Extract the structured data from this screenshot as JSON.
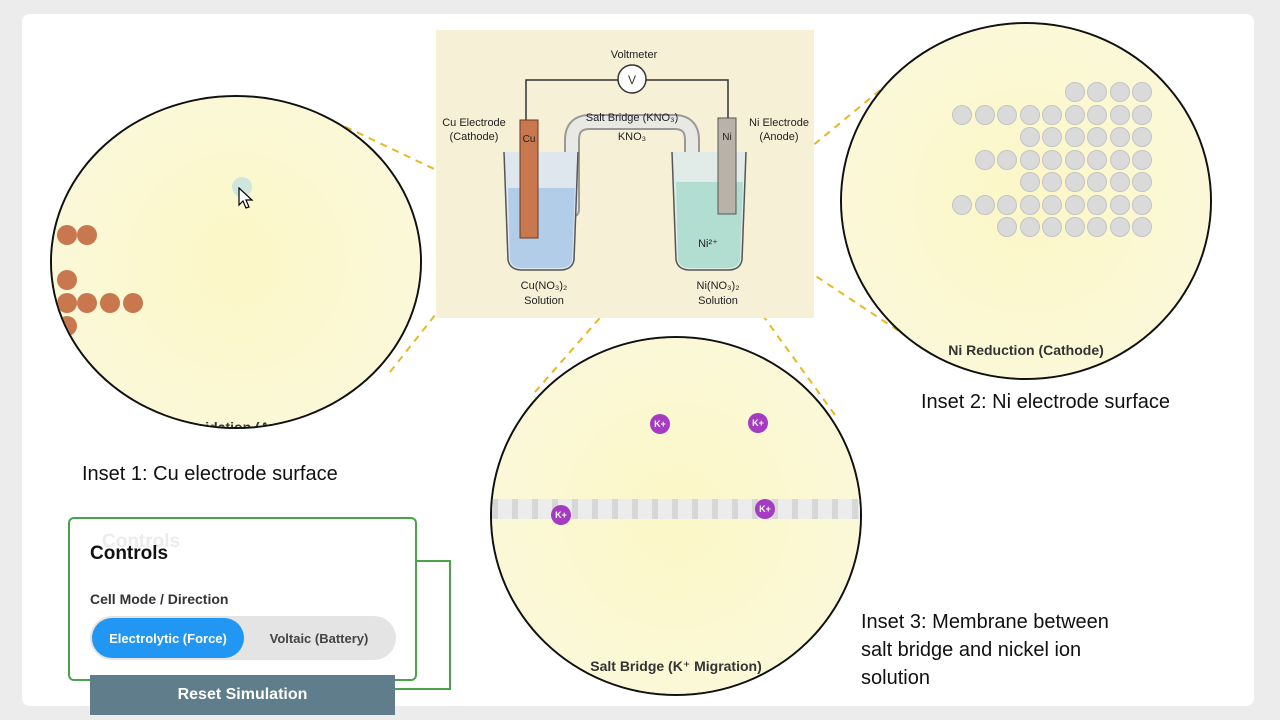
{
  "insets": {
    "cu": {
      "label": "Cu Oxidation (Anode)",
      "caption": "Inset 1: Cu electrode surface"
    },
    "ni": {
      "label": "Ni Reduction (Cathode)",
      "caption": "Inset 2: Ni electrode surface"
    },
    "bridge": {
      "label": "Salt Bridge (K⁺ Migration)",
      "caption_lines": [
        "Inset 3: Membrane between",
        "salt bridge and nickel ion",
        "solution"
      ],
      "ion_label": "K+"
    }
  },
  "diagram": {
    "voltmeter": "Voltmeter",
    "voltmeter_symbol": "V",
    "salt_bridge": "Salt Bridge (KNO₃)",
    "kno3": "KNO₃",
    "cu_electrode": [
      "Cu Electrode",
      "(Cathode)"
    ],
    "ni_electrode": [
      "Ni Electrode",
      "(Anode)"
    ],
    "cu_tag": "Cu",
    "ni_tag": "Ni",
    "ni_ion": "Ni²⁺",
    "cu_solution": [
      "Cu(NO₃)₂",
      "Solution"
    ],
    "ni_solution": [
      "Ni(NO₃)₂",
      "Solution"
    ]
  },
  "controls": {
    "title": "Controls",
    "mode_label": "Cell Mode / Direction",
    "options": [
      "Electrolytic (Force)",
      "Voltaic (Battery)"
    ],
    "selected": "Electrolytic (Force)",
    "reset_label": "Reset Simulation"
  },
  "colors": {
    "copper": "#c9774f",
    "nickel": "#dadada",
    "potassium": "#a43bc0",
    "accent": "#2196f3",
    "panel_border": "#4aa34a",
    "connector": "#e8b820"
  }
}
